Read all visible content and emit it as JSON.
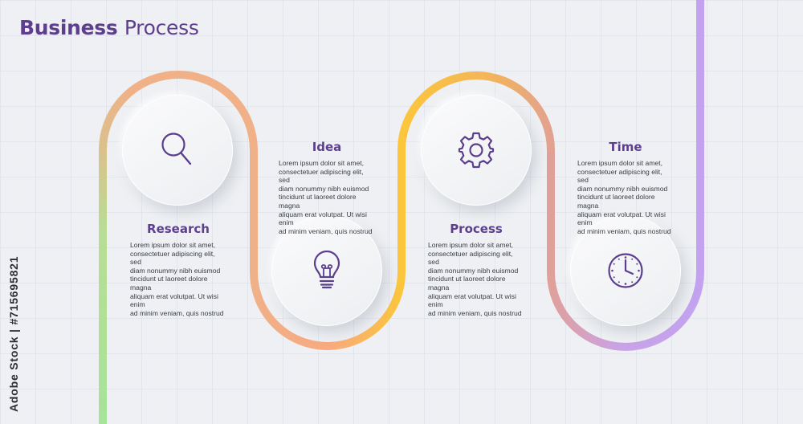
{
  "title": {
    "bold": "Business",
    "light": "Process"
  },
  "steps": [
    {
      "heading": "Research",
      "icon": "search-icon",
      "text": [
        "Lorem ipsum dolor sit amet,",
        "consectetuer adipiscing elit, sed",
        "diam nonummy nibh euismod",
        "tincidunt ut laoreet dolore magna",
        "aliquam erat volutpat. Ut wisi enim",
        "ad minim veniam, quis nostrud"
      ]
    },
    {
      "heading": "Idea",
      "icon": "lightbulb-icon",
      "text": [
        "Lorem ipsum dolor sit amet,",
        "consectetuer adipiscing elit, sed",
        "diam nonummy nibh euismod",
        "tincidunt ut laoreet dolore magna",
        "aliquam erat volutpat. Ut wisi enim",
        "ad minim veniam, quis nostrud"
      ]
    },
    {
      "heading": "Process",
      "icon": "gear-icon",
      "text": [
        "Lorem ipsum dolor sit amet,",
        "consectetuer adipiscing elit, sed",
        "diam nonummy nibh euismod",
        "tincidunt ut laoreet dolore magna",
        "aliquam erat volutpat. Ut wisi enim",
        "ad minim veniam, quis nostrud"
      ]
    },
    {
      "heading": "Time",
      "icon": "clock-icon",
      "text": [
        "Lorem ipsum dolor sit amet,",
        "consectetuer adipiscing elit, sed",
        "diam nonummy nibh euismod",
        "tincidunt ut laoreet dolore magna",
        "aliquam erat volutpat. Ut wisi enim",
        "ad minim veniam, quis nostrud"
      ]
    }
  ],
  "stock_id": "Adobe Stock | #715695821",
  "colors": {
    "title": "#5e3f8e",
    "icon": "#5b3f8c",
    "text": "#3b3d46",
    "background": "#eef0f3",
    "path_green": "#a6e39b",
    "path_orange": "#f5b08a",
    "path_yellow": "#fcc63c",
    "path_purple": "#c3a3f0"
  }
}
